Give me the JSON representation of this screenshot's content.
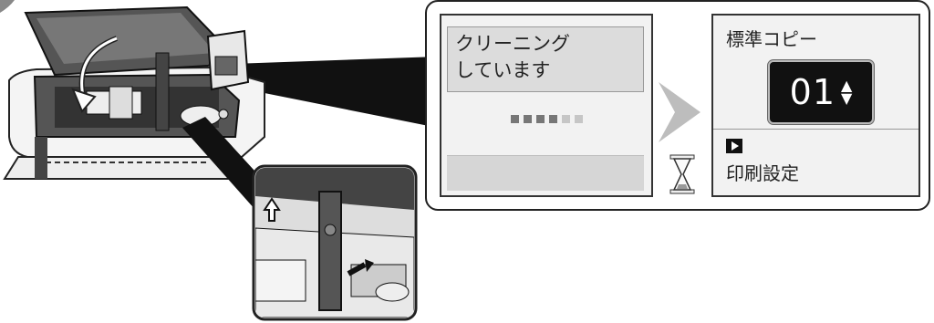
{
  "left_screen": {
    "message": "クリーニング",
    "message2": "しています",
    "progress_dots": {
      "total": 6,
      "filled": 4
    }
  },
  "right_screen": {
    "title": "標準コピー",
    "copies": "01",
    "menu_label": "印刷設定"
  },
  "colors": {
    "dot_filled": "#777777",
    "dot_empty": "#c6c6c6",
    "chevron": "#bdbdbd"
  }
}
